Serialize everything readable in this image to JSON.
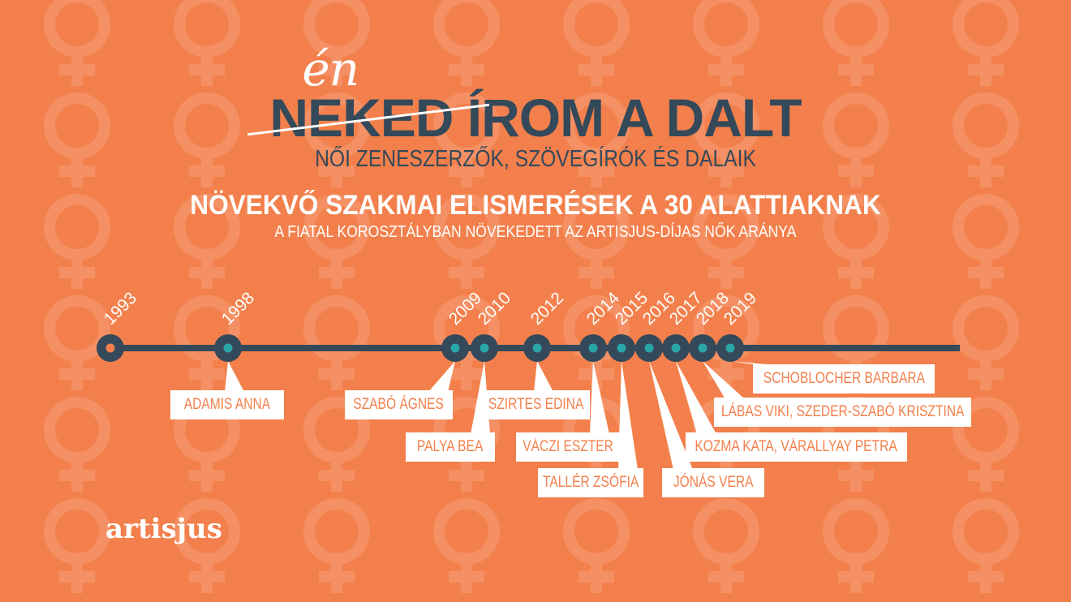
{
  "title": {
    "struck_word": "NEKED",
    "handwritten_word": "én",
    "rest": " ÍROM A DALT"
  },
  "subtitle": "NŐI ZENESZERZŐK, SZÖVEGÍRÓK ÉS DALAIK",
  "headline": "NÖVEKVŐ SZAKMAI ELISMERÉSEK A 30 ALATTIAKNAK",
  "subheadline": "A FIATAL KOROSZTÁLYBAN NÖVEKEDETT AZ ARTISJUS-DÍJAS NŐK ARÁNYA",
  "timeline": [
    {
      "year": "1993",
      "name": null
    },
    {
      "year": "1998",
      "name": "ADAMIS ANNA"
    },
    {
      "year": "2009",
      "name": "SZABÓ ÁGNES"
    },
    {
      "year": "2010",
      "name": "PALYA BEA"
    },
    {
      "year": "2012",
      "name": "SZIRTES EDINA"
    },
    {
      "year": "2014",
      "name": "VÁCZI ESZTER"
    },
    {
      "year": "2015",
      "name": "TALLÉR ZSÓFIA"
    },
    {
      "year": "2016",
      "name": "JÓNÁS VERA"
    },
    {
      "year": "2017",
      "name": "KOZMA KATA, VÁRALLYAY PETRA"
    },
    {
      "year": "2018",
      "name": "LÁBAS VIKI, SZEDER-SZABÓ KRISZTINA"
    },
    {
      "year": "2019",
      "name": "SCHOBLOCHER BARBARA"
    }
  ],
  "logo": "artisjus",
  "colors": {
    "background": "#F3804C",
    "dark": "#34495A",
    "accent": "#2AA6A8",
    "white": "#FFFFFF"
  }
}
